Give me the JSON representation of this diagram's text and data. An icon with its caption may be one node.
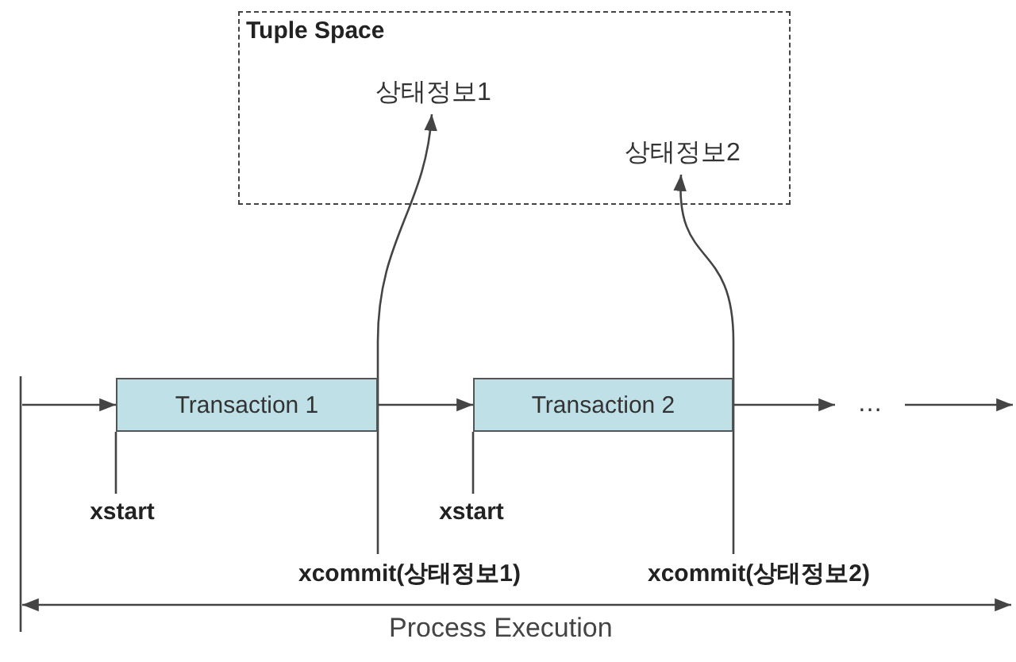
{
  "diagram": {
    "nodes": [
      {
        "text": [
          "Tuple Space"
        ]
      },
      {
        "text": [
          "상태정보1"
        ],
        "in": 0
      },
      {
        "text": [
          "상태정보2"
        ],
        "in": 0
      },
      {
        "text": [
          "Transaction 1"
        ]
      },
      {
        "text": [
          "Transaction 2"
        ]
      },
      {
        "text": [
          "…"
        ]
      },
      {
        "text": [
          "xstart"
        ]
      },
      {
        "text": [
          "xcommit(상태정보1)"
        ]
      },
      {
        "text": [
          "xstart"
        ]
      },
      {
        "text": [
          "xcommit(상태정보2)"
        ]
      }
    ],
    "edges": [
      {
        "from": null,
        "to": 3,
        "arrow": "to"
      },
      {
        "from": 3,
        "to": 4,
        "arrow": "to"
      },
      {
        "from": 4,
        "to": 5,
        "arrow": "to"
      },
      {
        "from": 5,
        "to": null,
        "arrow": "to"
      },
      {
        "from": 7,
        "to": 1,
        "arrow": "to"
      },
      {
        "from": 9,
        "to": 2,
        "arrow": "to"
      },
      {
        "from": 6,
        "to": 3,
        "arrow": "none"
      },
      {
        "from": 8,
        "to": 4,
        "arrow": "none"
      }
    ],
    "labels": [
      "Process Execution"
    ]
  }
}
